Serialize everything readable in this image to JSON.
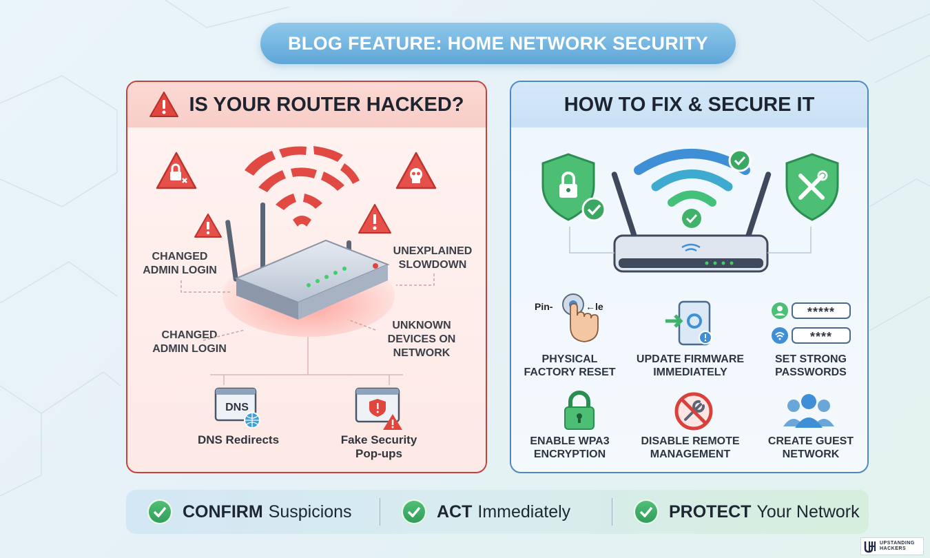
{
  "header": {
    "title": "BLOG FEATURE: HOME NETWORK SECURITY"
  },
  "left_panel": {
    "title": "IS YOUR ROUTER HACKED?",
    "labels": {
      "top_left": [
        "CHANGED",
        "ADMIN LOGIN"
      ],
      "bottom_left": [
        "CHANGED",
        "ADMIN LOGIN"
      ],
      "top_right": [
        "UNEXPLAINED",
        "SLOWDOWN"
      ],
      "bottom_right": [
        "UNKNOWN",
        "DEVICES ON",
        "NETWORK"
      ]
    },
    "dns_icon_text": "DNS",
    "items": [
      {
        "label": "DNS Redirects"
      },
      {
        "label": "Fake Security",
        "label2": "Pop-ups"
      }
    ]
  },
  "right_panel": {
    "title": "HOW TO FIX & SECURE IT",
    "pin_label": "Pin-",
    "pin_arrow": "←le",
    "password_1": "*****",
    "password_2": "****",
    "steps": [
      {
        "line1": "PHYSICAL",
        "line2": "FACTORY RESET"
      },
      {
        "line1": "UPDATE FIRMWARE",
        "line2": "IMMEDIATELY"
      },
      {
        "line1": "SET STRONG",
        "line2": "PASSWORDS"
      },
      {
        "line1": "ENABLE WPA3",
        "line2": "ENCRYPTION"
      },
      {
        "line1": "DISABLE REMOTE",
        "line2": "MANAGEMENT"
      },
      {
        "line1": "CREATE GUEST",
        "line2": "NETWORK"
      }
    ]
  },
  "bottom_bar": [
    {
      "bold": "CONFIRM",
      "rest": "Suspicions"
    },
    {
      "bold": "ACT",
      "rest": "Immediately"
    },
    {
      "bold": "PROTECT",
      "rest": "Your Network"
    }
  ],
  "logo": {
    "line1": "UPSTANDING",
    "line2": "HACKERS"
  },
  "colors": {
    "danger": "#d9413a",
    "safe": "#34a85f",
    "accent_blue": "#3f8fd6"
  }
}
